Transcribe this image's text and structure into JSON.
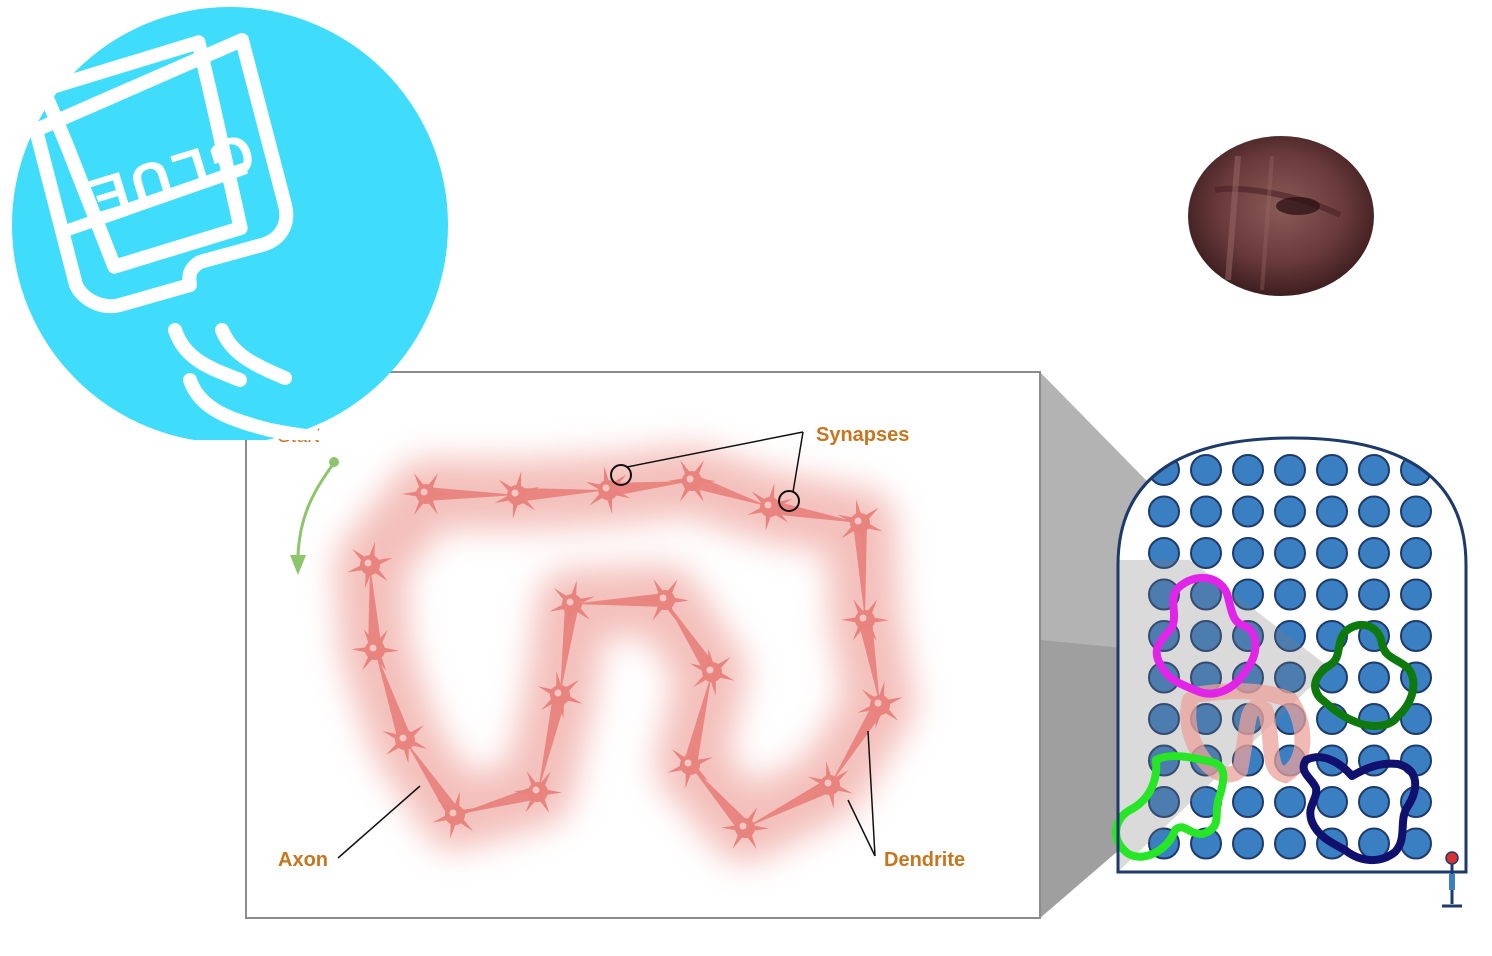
{
  "labels": {
    "start": "Start",
    "synapses": "Synapses",
    "axon": "Axon",
    "dendrite": "Dendrite"
  },
  "badge": {
    "text": "GLUE",
    "icon": "glue-tube-icon"
  },
  "colors": {
    "label": "#c6761f",
    "neuron": "#e8837e",
    "glow": "#f3b9b4",
    "badge": "#40dcfb",
    "electrode": "#3b7fc3",
    "dome_outline": "#1d3a6b",
    "blob_magenta": "#e024e8",
    "blob_darkgreen": "#0e7a0e",
    "blob_green": "#26e626",
    "blob_navy": "#10106e",
    "arrow": "#8dc56b"
  }
}
